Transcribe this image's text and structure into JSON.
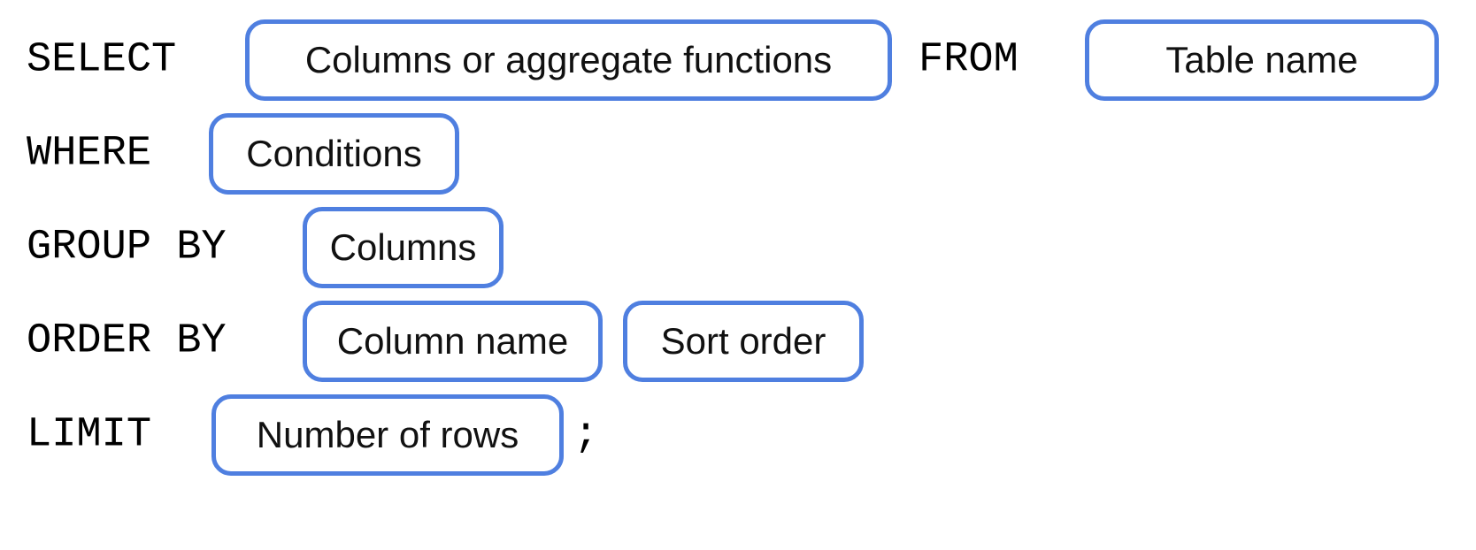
{
  "diagram": {
    "title": "SQL SELECT statement syntax template",
    "accent_color": "#4f7fe0",
    "text_color": "#000000",
    "background_color": "#ffffff",
    "terminator": ";"
  },
  "clauses": [
    {
      "keyword": "SELECT",
      "slots": [
        {
          "label": "Columns or aggregate functions"
        }
      ],
      "trailing_keyword": "FROM",
      "trailing_slots": [
        {
          "label": "Table name"
        }
      ]
    },
    {
      "keyword": "WHERE",
      "slots": [
        {
          "label": "Conditions"
        }
      ]
    },
    {
      "keyword": "GROUP BY",
      "slots": [
        {
          "label": "Columns"
        }
      ]
    },
    {
      "keyword": "ORDER BY",
      "slots": [
        {
          "label": "Column name"
        },
        {
          "label": "Sort order"
        }
      ]
    },
    {
      "keyword": "LIMIT",
      "slots": [
        {
          "label": "Number of rows"
        }
      ],
      "terminator": ";"
    }
  ]
}
